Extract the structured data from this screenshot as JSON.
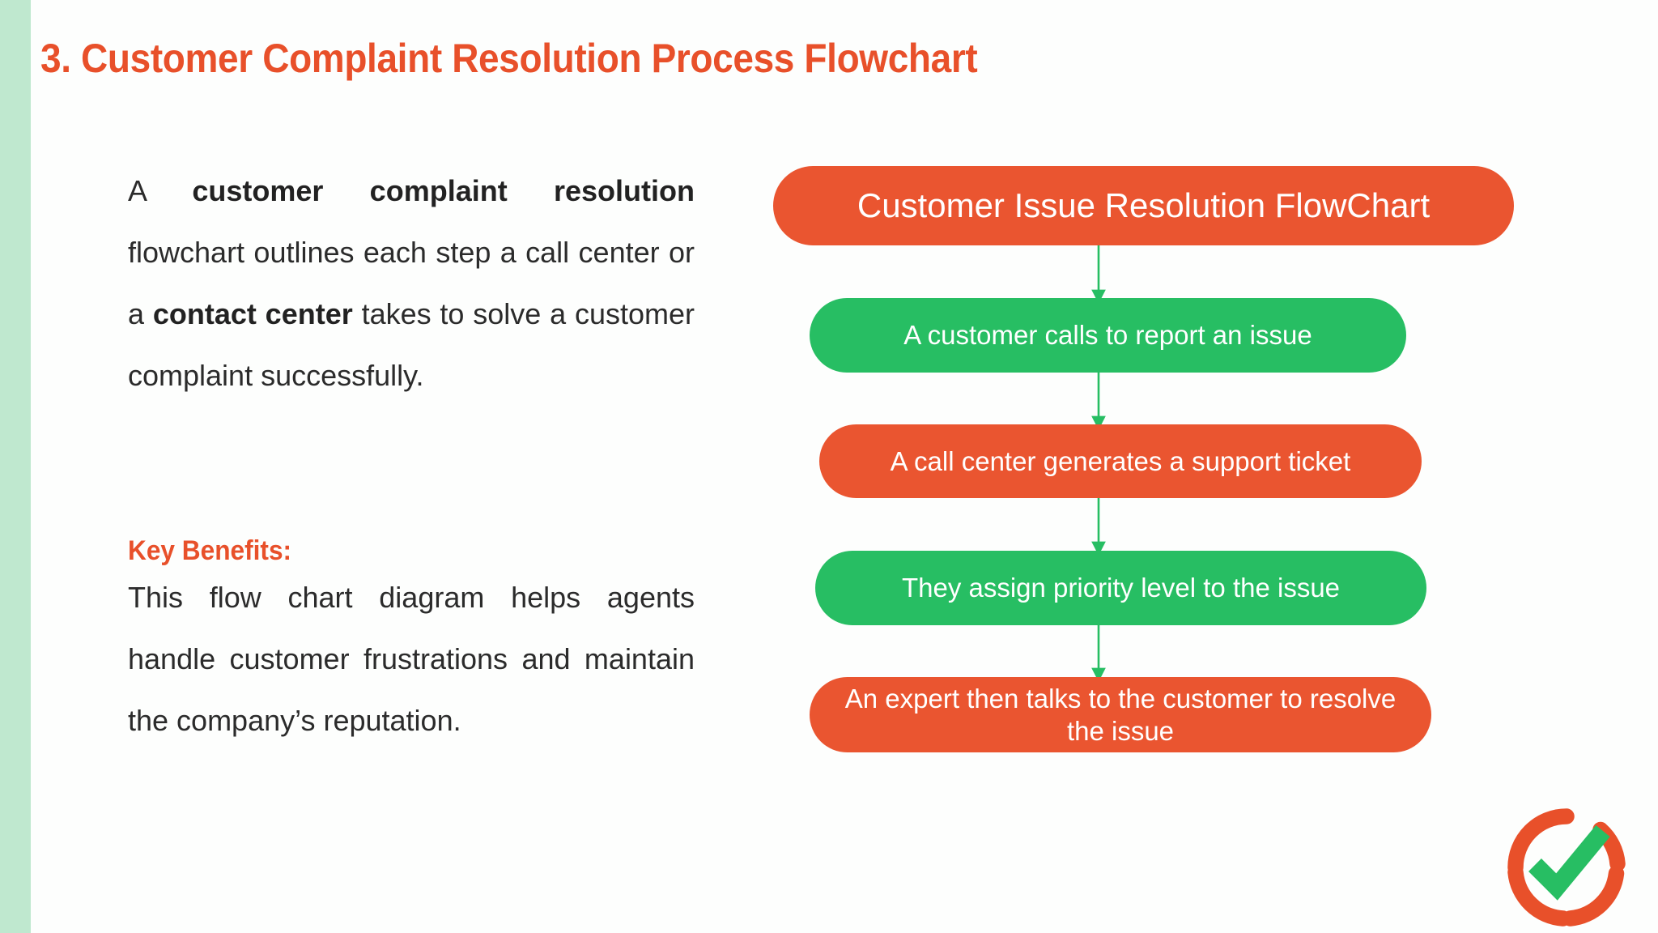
{
  "slide": {
    "title": "3. Customer Complaint Resolution  Process Flowchart",
    "accent_orange": "#EA5530",
    "accent_green": "#27BE63",
    "stripe_color": "#BFE8CF",
    "background": "#FDFEFD"
  },
  "left_column": {
    "paragraph1": {
      "seg1": "A ",
      "bold1": "customer complaint resolution",
      "seg2": " flowchart outlines each step a call center or a ",
      "bold2": "contact center",
      "seg3": " takes to solve a customer complaint successfully."
    },
    "key_benefits_heading": "Key Benefits:",
    "paragraph2": "This flow chart diagram  helps agents handle customer frustrations and maintain the company’s reputation."
  },
  "chart_data": {
    "type": "flowchart",
    "title": "Customer Issue Resolution FlowChart",
    "orientation": "vertical",
    "nodes": [
      {
        "id": "n1",
        "label": "Customer Issue Resolution FlowChart",
        "color": "orange",
        "shape": "pill",
        "role": "title"
      },
      {
        "id": "n2",
        "label": "A customer calls to report an issue",
        "color": "green",
        "shape": "pill",
        "role": "step"
      },
      {
        "id": "n3",
        "label": "A call center generates a support ticket",
        "color": "orange",
        "shape": "pill",
        "role": "step"
      },
      {
        "id": "n4",
        "label": "They assign priority level to the issue",
        "color": "green",
        "shape": "pill",
        "role": "step"
      },
      {
        "id": "n5",
        "label": "An expert then talks to the customer to resolve the issue",
        "color": "orange",
        "shape": "pill",
        "role": "step"
      }
    ],
    "edges": [
      {
        "from": "n1",
        "to": "n2",
        "style": "arrow",
        "color": "#27BE63"
      },
      {
        "from": "n2",
        "to": "n3",
        "style": "arrow",
        "color": "#27BE63"
      },
      {
        "from": "n3",
        "to": "n4",
        "style": "arrow",
        "color": "#27BE63"
      },
      {
        "from": "n4",
        "to": "n5",
        "style": "arrow",
        "color": "#27BE63"
      }
    ]
  },
  "logo": {
    "name": "checkmark-circle-logo",
    "ring_color": "#E8502A",
    "check_color": "#27BE63"
  }
}
